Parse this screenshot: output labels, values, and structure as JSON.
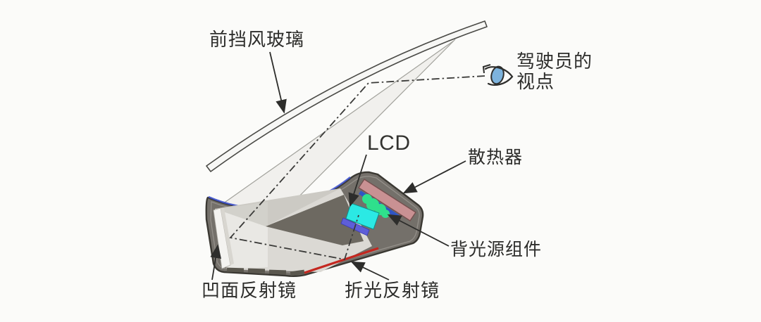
{
  "diagram": {
    "labels": {
      "windshield": "前挡风玻璃",
      "viewpoint_line1": "驾驶员的",
      "viewpoint_line2": "视点",
      "lcd": "LCD",
      "heatsink": "散热器",
      "backlight": "背光源组件",
      "concave_mirror": "凹面反射镜",
      "folding_mirror": "折光反射镜"
    },
    "colors": {
      "background": "#fbfbf9",
      "housing": "#74706a",
      "housing_outline": "#3a3832",
      "housing_shadow_quad": "#6d6961",
      "light_path": "#dbd9d4",
      "light_path_bright": "#ebeae6",
      "concave_mirror_white": "#f4f3f0",
      "folding_mirror_red": "#c4271f",
      "lcd_cyan": "#2be9e4",
      "backlight_green": "#2fe08c",
      "heatsink_pink": "#c99193",
      "pcb_blue": "#2f55c4",
      "diffuser_indigo": "#5e5ed8",
      "rim_blue": "#3a4fd0",
      "eye_iris": "#7db3dd",
      "annotation_dark": "#2d2d2b"
    }
  }
}
